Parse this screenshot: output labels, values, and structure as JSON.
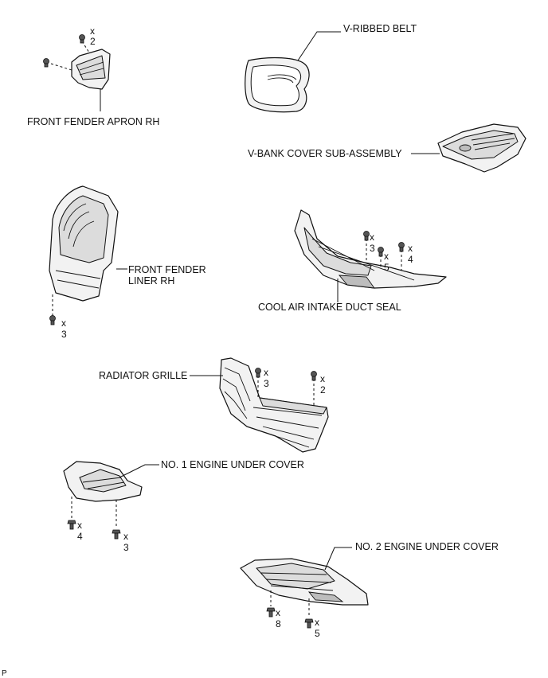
{
  "labels": {
    "front_fender_apron_rh": "FRONT FENDER APRON RH",
    "v_ribbed_belt": "V-RIBBED BELT",
    "v_bank_cover": "V-BANK COVER SUB-ASSEMBLY",
    "front_fender_liner_line1": "FRONT FENDER",
    "front_fender_liner_line2": "LINER RH",
    "cool_air_intake_duct_seal": "COOL AIR INTAKE DUCT SEAL",
    "radiator_grille": "RADIATOR GRILLE",
    "no1_engine_under_cover": "NO. 1 ENGINE UNDER COVER",
    "no2_engine_under_cover": "NO. 2 ENGINE UNDER COVER",
    "corner_mark": "P"
  },
  "quantities": {
    "x": "x",
    "apron_clip": "2",
    "liner_clip": "3",
    "duct_seal_clip_a": "3",
    "duct_seal_clip_b": "5",
    "duct_seal_clip_c": "4",
    "grille_clip_a": "3",
    "grille_clip_b": "2",
    "cover1_bolt_a": "4",
    "cover1_bolt_b": "3",
    "cover2_bolt_a": "8",
    "cover2_bolt_b": "5"
  },
  "icons": [
    "clip-icon",
    "bolt-icon"
  ]
}
